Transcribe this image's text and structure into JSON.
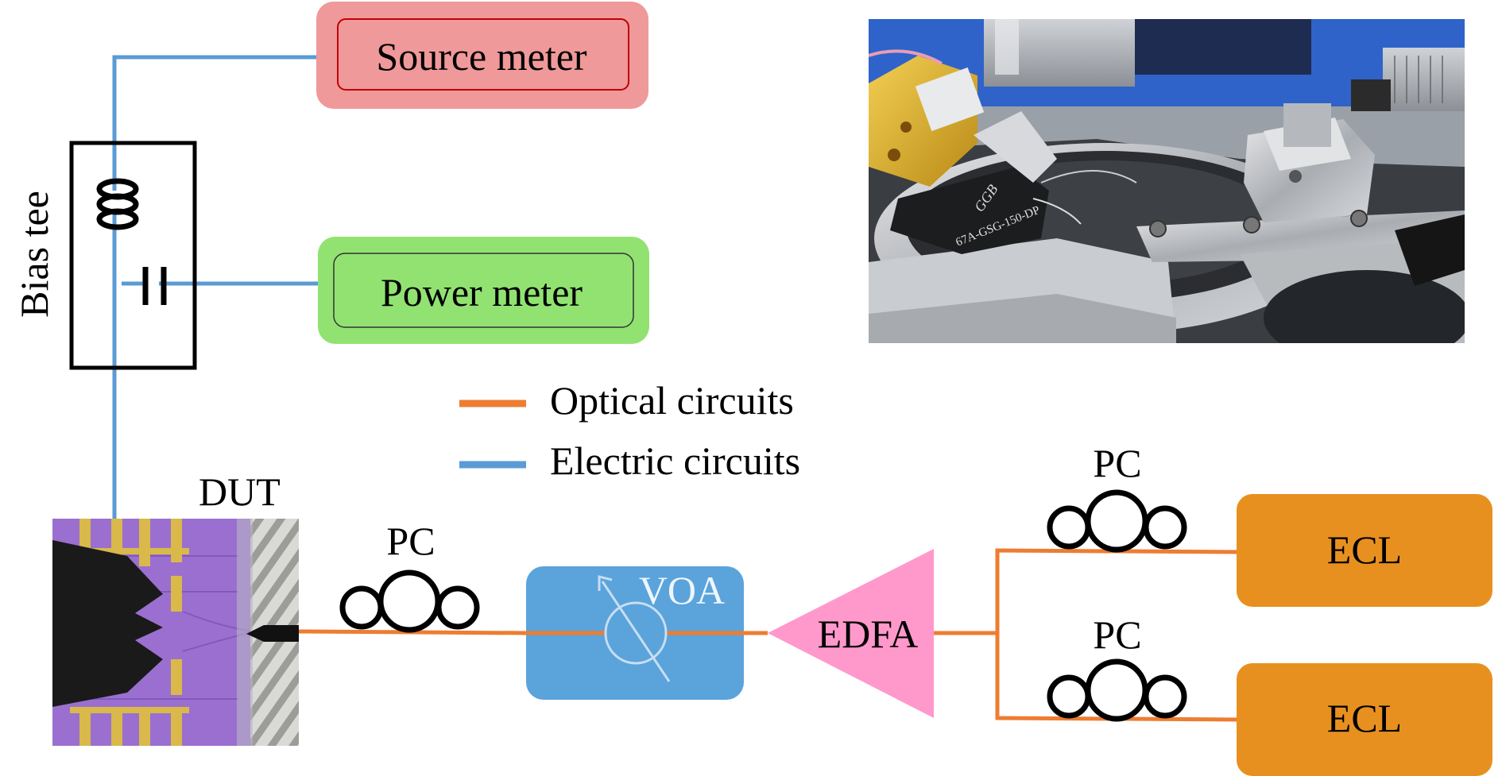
{
  "labels": {
    "source_meter": "Source meter",
    "power_meter": "Power meter",
    "bias_tee": "Bias tee",
    "dut": "DUT",
    "pc_dut": "PC",
    "pc_ecl_top": "PC",
    "pc_ecl_bottom": "PC",
    "voa": "VOA",
    "edfa": "EDFA",
    "ecl_top": "ECL",
    "ecl_bottom": "ECL"
  },
  "legend": {
    "optical": "Optical circuits",
    "electric": "Electric circuits"
  },
  "photo": {
    "probe_label": "67A-GSG-150-DP",
    "brand": "GGB"
  },
  "colors": {
    "optical_line": "#ed7d31",
    "electric_line": "#5b9bd5",
    "source_meter_fill": "#f0999a",
    "source_meter_border": "#c00000",
    "power_meter_fill": "#92e272",
    "voa_fill": "#5ba3db",
    "edfa_fill": "#ff99cc",
    "ecl_fill": "#e8901f",
    "dut_chip": "#9b6fd0",
    "dut_gold": "#d8b94a"
  }
}
